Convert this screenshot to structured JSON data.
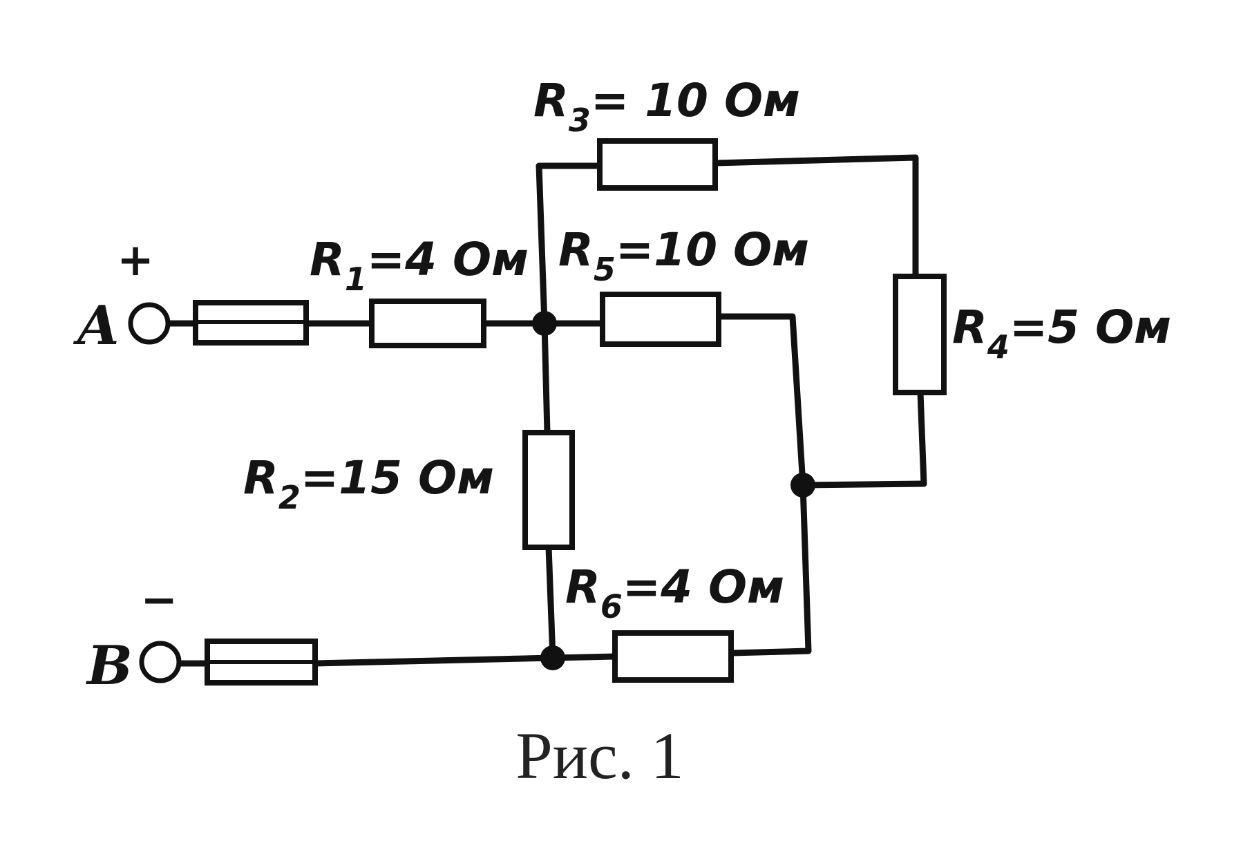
{
  "figure": {
    "caption": "Рис. 1",
    "terminals": {
      "A": {
        "label": "A",
        "polarity": "+"
      },
      "B": {
        "label": "B",
        "polarity": "−"
      }
    },
    "resistors": [
      {
        "id": "R1",
        "letter": "R",
        "index": "1",
        "value": "=4 Ом"
      },
      {
        "id": "R2",
        "letter": "R",
        "index": "2",
        "value": "=15 Ом"
      },
      {
        "id": "R3",
        "letter": "R",
        "index": "3",
        "value": "= 10 Ом"
      },
      {
        "id": "R4",
        "letter": "R",
        "index": "4",
        "value": "=5 Ом"
      },
      {
        "id": "R5",
        "letter": "R",
        "index": "5",
        "value": "=10 Ом"
      },
      {
        "id": "R6",
        "letter": "R",
        "index": "6",
        "value": "=4 Ом"
      }
    ]
  }
}
